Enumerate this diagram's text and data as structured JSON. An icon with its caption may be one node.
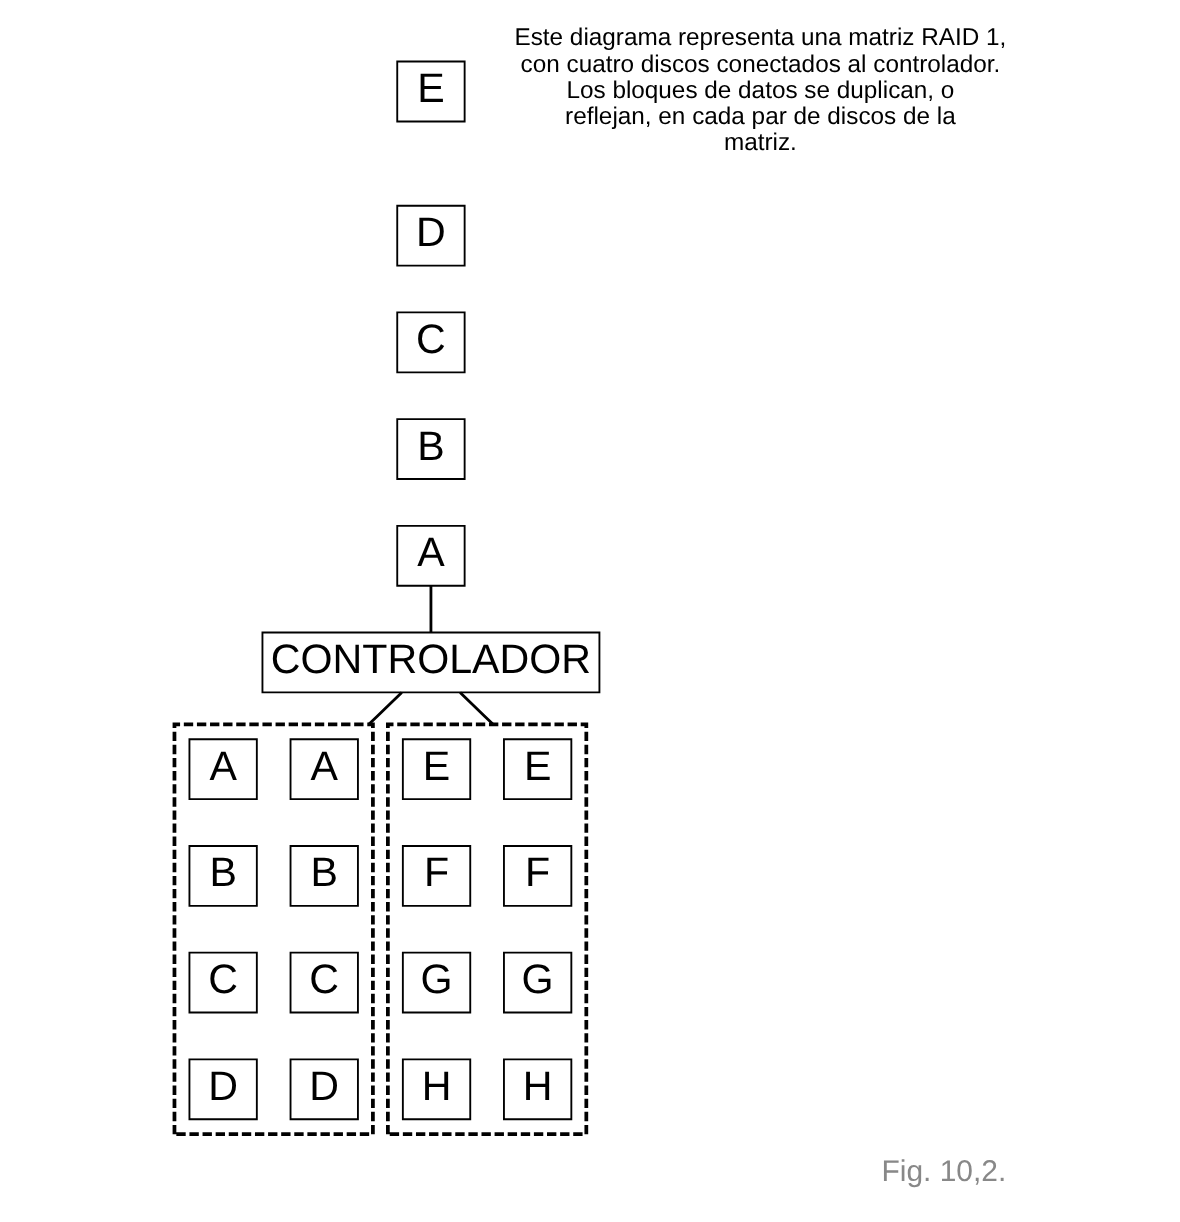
{
  "diagram": {
    "caption": "Fig. 10,2.",
    "nodes": [
      {
        "text": [
          "E"
        ]
      },
      {
        "text": [
          "D"
        ]
      },
      {
        "text": [
          "C"
        ]
      },
      {
        "text": [
          "B"
        ]
      },
      {
        "text": [
          "A"
        ]
      },
      {
        "text": [
          "CONTROLADOR"
        ]
      },
      {
        "text": [],
        "shape": "box"
      },
      {
        "text": [
          "A"
        ],
        "in": 6
      },
      {
        "text": [
          "A"
        ],
        "in": 6
      },
      {
        "text": [
          "B"
        ],
        "in": 6
      },
      {
        "text": [
          "B"
        ],
        "in": 6
      },
      {
        "text": [
          "C"
        ],
        "in": 6
      },
      {
        "text": [
          "C"
        ],
        "in": 6
      },
      {
        "text": [
          "D"
        ],
        "in": 6
      },
      {
        "text": [
          "D"
        ],
        "in": 6
      },
      {
        "text": [],
        "shape": "box"
      },
      {
        "text": [
          "E"
        ],
        "in": 15
      },
      {
        "text": [
          "E"
        ],
        "in": 15
      },
      {
        "text": [
          "F"
        ],
        "in": 15
      },
      {
        "text": [
          "F"
        ],
        "in": 15
      },
      {
        "text": [
          "G"
        ],
        "in": 15
      },
      {
        "text": [
          "G"
        ],
        "in": 15
      },
      {
        "text": [
          "H"
        ],
        "in": 15
      },
      {
        "text": [
          "H"
        ],
        "in": 15
      }
    ],
    "edges": [
      {
        "from": 4,
        "to": 5,
        "arrow": "none"
      },
      {
        "from": 5,
        "to": 6,
        "arrow": "none"
      },
      {
        "from": 5,
        "to": 15,
        "arrow": "none"
      }
    ],
    "labels": [
      "Este diagrama representa una matriz RAID 1, con cuatro discos conectados al controlador. Los bloques de datos se duplican, o reflejan, en cada par de discos de la matriz."
    ]
  }
}
